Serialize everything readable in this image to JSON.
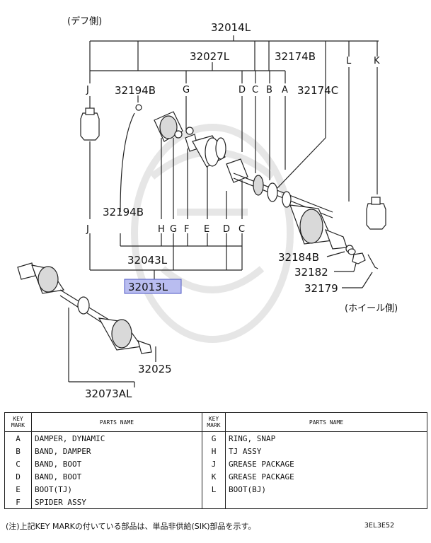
{
  "diagram": {
    "diff_side": "(デフ側)",
    "wheel_side": "(ホイール側)",
    "top_label": "32014L",
    "label_32027L": "32027L",
    "label_32174B": "32174B",
    "label_32174C": "32174C",
    "label_32194B_top": "32194B",
    "label_32194B_mid": "32194B",
    "label_32043L": "32043L",
    "label_32013L": "32013L",
    "label_32184B": "32184B",
    "label_32182": "32182",
    "label_32179": "32179",
    "label_32025": "32025",
    "label_32073AL": "32073AL",
    "top_letters": [
      "J",
      "G",
      "D",
      "C",
      "B",
      "A",
      "L",
      "K"
    ],
    "mid_letters": [
      "J",
      "H",
      "G",
      "F",
      "E",
      "D",
      "C"
    ]
  },
  "table": {
    "key_header": "KEY MARK",
    "name_header": "PARTS NAME",
    "left": [
      {
        "key": "A",
        "name": "DAMPER, DYNAMIC"
      },
      {
        "key": "B",
        "name": "BAND, DAMPER"
      },
      {
        "key": "C",
        "name": "BAND, BOOT"
      },
      {
        "key": "D",
        "name": "BAND, BOOT"
      },
      {
        "key": "E",
        "name": "BOOT(TJ)"
      },
      {
        "key": "F",
        "name": "SPIDER ASSY"
      }
    ],
    "right": [
      {
        "key": "G",
        "name": "RING, SNAP"
      },
      {
        "key": "H",
        "name": "TJ ASSY"
      },
      {
        "key": "J",
        "name": "GREASE PACKAGE"
      },
      {
        "key": "K",
        "name": "GREASE PACKAGE"
      },
      {
        "key": "L",
        "name": "BOOT(BJ)"
      },
      {
        "key": "",
        "name": ""
      }
    ]
  },
  "note": "(注)上記KEY MARKの付いている部品は、単品非供給(SIK)部品を示す。",
  "code": "3EL3E52"
}
